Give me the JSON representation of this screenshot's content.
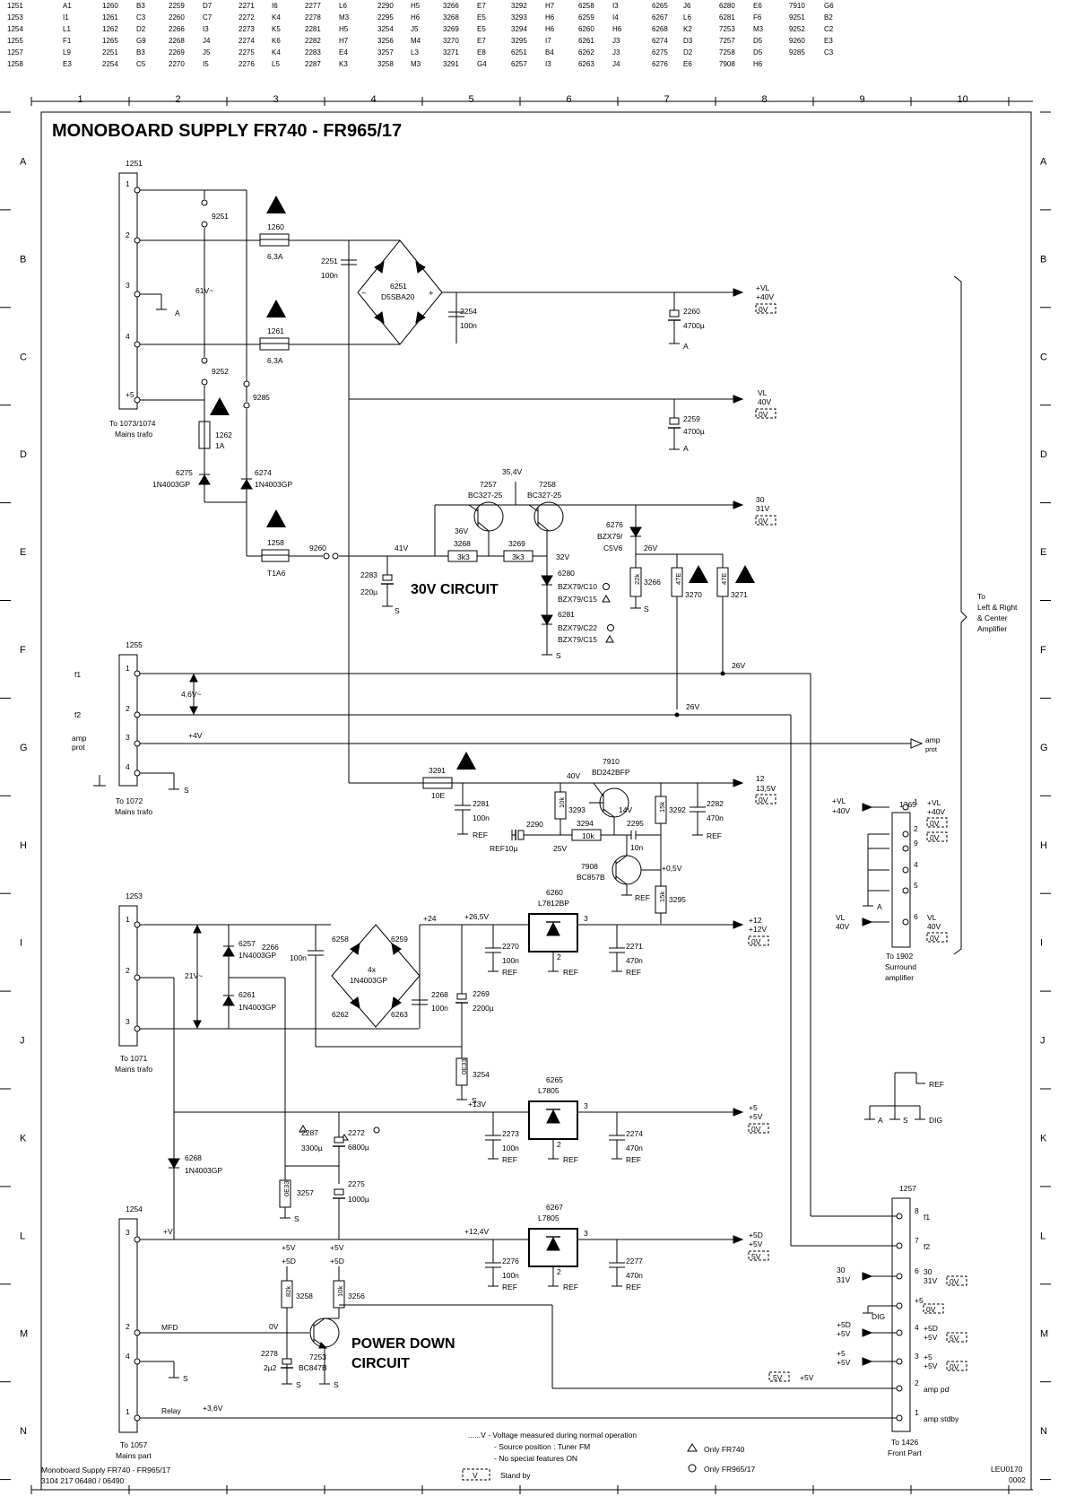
{
  "index_rows": [
    [
      "1251",
      "A1",
      "1260",
      "B3",
      "2259",
      "D7",
      "2271",
      "I6",
      "2277",
      "L6",
      "2290",
      "H5",
      "3266",
      "E7",
      "3292",
      "H7",
      "6258",
      "I3",
      "6265",
      "J6",
      "6280",
      "E6",
      "7910",
      "G6"
    ],
    [
      "1253",
      "I1",
      "1261",
      "C3",
      "2260",
      "C7",
      "2272",
      "K4",
      "2278",
      "M3",
      "2295",
      "H6",
      "3268",
      "E5",
      "3293",
      "H6",
      "6259",
      "I4",
      "6267",
      "L6",
      "6281",
      "F6",
      "9251",
      "B2"
    ],
    [
      "1254",
      "L1",
      "1262",
      "D2",
      "2266",
      "I3",
      "2273",
      "K5",
      "2281",
      "H5",
      "3254",
      "J5",
      "3269",
      "E5",
      "3294",
      "H6",
      "6260",
      "H6",
      "6268",
      "K2",
      "7253",
      "M3",
      "9252",
      "C2"
    ],
    [
      "1255",
      "F1",
      "1265",
      "G9",
      "2268",
      "J4",
      "2274",
      "K6",
      "2282",
      "H7",
      "3256",
      "M4",
      "3270",
      "E7",
      "3295",
      "I7",
      "6261",
      "J3",
      "6274",
      "D3",
      "7257",
      "D5",
      "9260",
      "E3"
    ],
    [
      "1257",
      "L9",
      "2251",
      "B3",
      "2269",
      "J5",
      "2275",
      "K4",
      "2283",
      "E4",
      "3257",
      "L3",
      "3271",
      "E8",
      "6251",
      "B4",
      "6262",
      "J3",
      "6275",
      "D2",
      "7258",
      "D5",
      "9285",
      "C3"
    ],
    [
      "1258",
      "E3",
      "2254",
      "C5",
      "2270",
      "I5",
      "2276",
      "L5",
      "2287",
      "K3",
      "3258",
      "M3",
      "3291",
      "G4",
      "6257",
      "I3",
      "6263",
      "J4",
      "6276",
      "E6",
      "7908",
      "H6"
    ]
  ],
  "title": "MONOBOARD SUPPLY  FR740 - FR965/17",
  "columns": [
    "1",
    "2",
    "3",
    "4",
    "5",
    "6",
    "7",
    "8",
    "9",
    "10"
  ],
  "rows": [
    "A",
    "B",
    "C",
    "D",
    "E",
    "F",
    "G",
    "H",
    "I",
    "J",
    "K",
    "L",
    "M",
    "N"
  ],
  "labels": {
    "1251": "1251",
    "to1073": "To 1073/1074",
    "mains_trafo": "Mains trafo",
    "p1": "1",
    "p2": "2",
    "p3": "3",
    "p4": "4",
    "p5": "+5",
    "9251": "9251",
    "9252": "9252",
    "9285": "9285",
    "61v": "61V~",
    "1260": "1260",
    "1261": "1261",
    "6_3a": "6,3A",
    "1262": "1262",
    "1a": "1A",
    "6275": "6275",
    "6274": "6274",
    "1n4003": "1N4003GP",
    "2251": "2251",
    "100n": "100n",
    "6251": "6251",
    "d5sba20": "D5SBA20",
    "2254": "2254",
    "2260": "2260",
    "2259": "2259",
    "4700u": "4700µ",
    "vl40": "+VL",
    "vl40b": "+40V",
    "ov": "0V",
    "vl": "VL",
    "40v": "40V",
    "a": "A",
    "1258": "1258",
    "t1a6": "T1A6",
    "9260": "9260",
    "41v": "41V",
    "2283": "2283",
    "220u": "220µ",
    "s": "S",
    "35v4": "35,4V",
    "7257": "7257",
    "7258": "7258",
    "bc327": "BC327-25",
    "36v": "36V",
    "32v": "32V",
    "3268": "3268",
    "3269": "3269",
    "3k3": "3k3",
    "30v_circuit": "30V CIRCUIT",
    "6280": "6280",
    "bzx_c10": "BZX79/C10",
    "bzx_c15": "BZX79/C15",
    "6281": "6281",
    "bzx_c22": "BZX79/C22",
    "6276": "6276",
    "bzx_c5v6": "BZX79/",
    "c5v6": "C5V6",
    "26v": "26V",
    "3266": "3266",
    "22k": "22k",
    "3270": "3270",
    "3271": "3271",
    "47e": "47E",
    "30": "30",
    "31v": "31V",
    "to_amp": "To",
    "to_amp2": "Left & Right",
    "to_amp3": "& Center",
    "to_amp4": "Amplifier",
    "1255": "1255",
    "f1": "f1",
    "f2": "f2",
    "amp": "amp",
    "prot": "prot",
    "4v6": "4,6V~",
    "4v": "+4V",
    "to1072": "To 1072",
    "3291": "3291",
    "10e": "10E",
    "2281": "2281",
    "ref": "REF",
    "40v_b": "40V",
    "7910": "7910",
    "bd242": "BD242BFP",
    "3293": "3293",
    "10k": "10k",
    "3294": "3294",
    "2290": "2290",
    "10u": "10µ",
    "25v": "25V",
    "14v": "14V",
    "2295": "2295",
    "10n": "10n",
    "3292": "3292",
    "15k": "15k",
    "2282": "2282",
    "470n": "470n",
    "12": "12",
    "13v5": "13,5V",
    "7908": "7908",
    "bc857": "BC857B",
    "0v5": "+0,5V",
    "3295": "3295",
    "1253": "1253",
    "6257": "6257",
    "6261": "6261",
    "21v": "21V~",
    "2266": "2266",
    "6258": "6258",
    "6259": "6259",
    "6262": "6262",
    "6263": "6263",
    "4x": "4x",
    "24": "+24",
    "2268": "2268",
    "2269": "2269",
    "2200u": "2200µ",
    "26v5": "+26,5V",
    "6260": "6260",
    "l7812": "L7812BP",
    "2270": "2270",
    "2271": "2271",
    "p12": "+12",
    "p12v": "+12V",
    "to1071": "To 1071",
    "3254": "3254",
    "0e33": "0E33",
    "6265": "6265",
    "l7805": "L7805",
    "13v": "+13V",
    "2273": "2273",
    "2274": "2274",
    "p5v": "+5V",
    "2287": "2287",
    "3300u": "3300µ",
    "2272": "2272",
    "6800u": "6800µ",
    "2275": "2275",
    "1000u": "1000µ",
    "6268": "6268",
    "3257": "3257",
    "1254": "1254",
    "pv": "+V",
    "6267": "6267",
    "12v4": "+12,4V",
    "2276": "2276",
    "2277": "2277",
    "p5d": "+5D",
    "5v": "5V",
    "5d": "+5D",
    "82k": "82k",
    "3258": "3258",
    "3256": "3256",
    "0v_m": "0V",
    "mfd": "MFD",
    "7253": "7253",
    "bc847": "BC847B",
    "2278": "2278",
    "2u2": "2µ2",
    "power_down": "POWER DOWN",
    "circuit": "CIRCUIT",
    "relay": "Relay",
    "3v6": "+3,6V",
    "to1057": "To 1057",
    "mains_part": "Mains part",
    "1265": "1265",
    "to1902": "To 1902",
    "surround": "Surround",
    "amplifier": "amplifier",
    "1257": "1257",
    "to1426": "To 1426",
    "front_part": "Front Part",
    "amp_pd": "amp pd",
    "amp_stdby": "amp stdby",
    "dig": "DIG",
    "n8": "8",
    "n9": "9",
    "n6": "6",
    "n7": "7",
    "26v_b": "26V",
    "p5v2": "+5V"
  },
  "legend": {
    "line1": "......V  - Voltage measured during normal operation",
    "line2": "- Source position :  Tuner FM",
    "line3": "- No special features ON",
    "standby": "Stand by",
    "only740": "Only FR740",
    "only965": "Only FR965/17"
  },
  "footer": {
    "caption": "Monoboard Supply  FR740 - FR965/17",
    "partno": "3104 217 06480 / 06490",
    "code": "LEU0170",
    "code2": "0002"
  }
}
